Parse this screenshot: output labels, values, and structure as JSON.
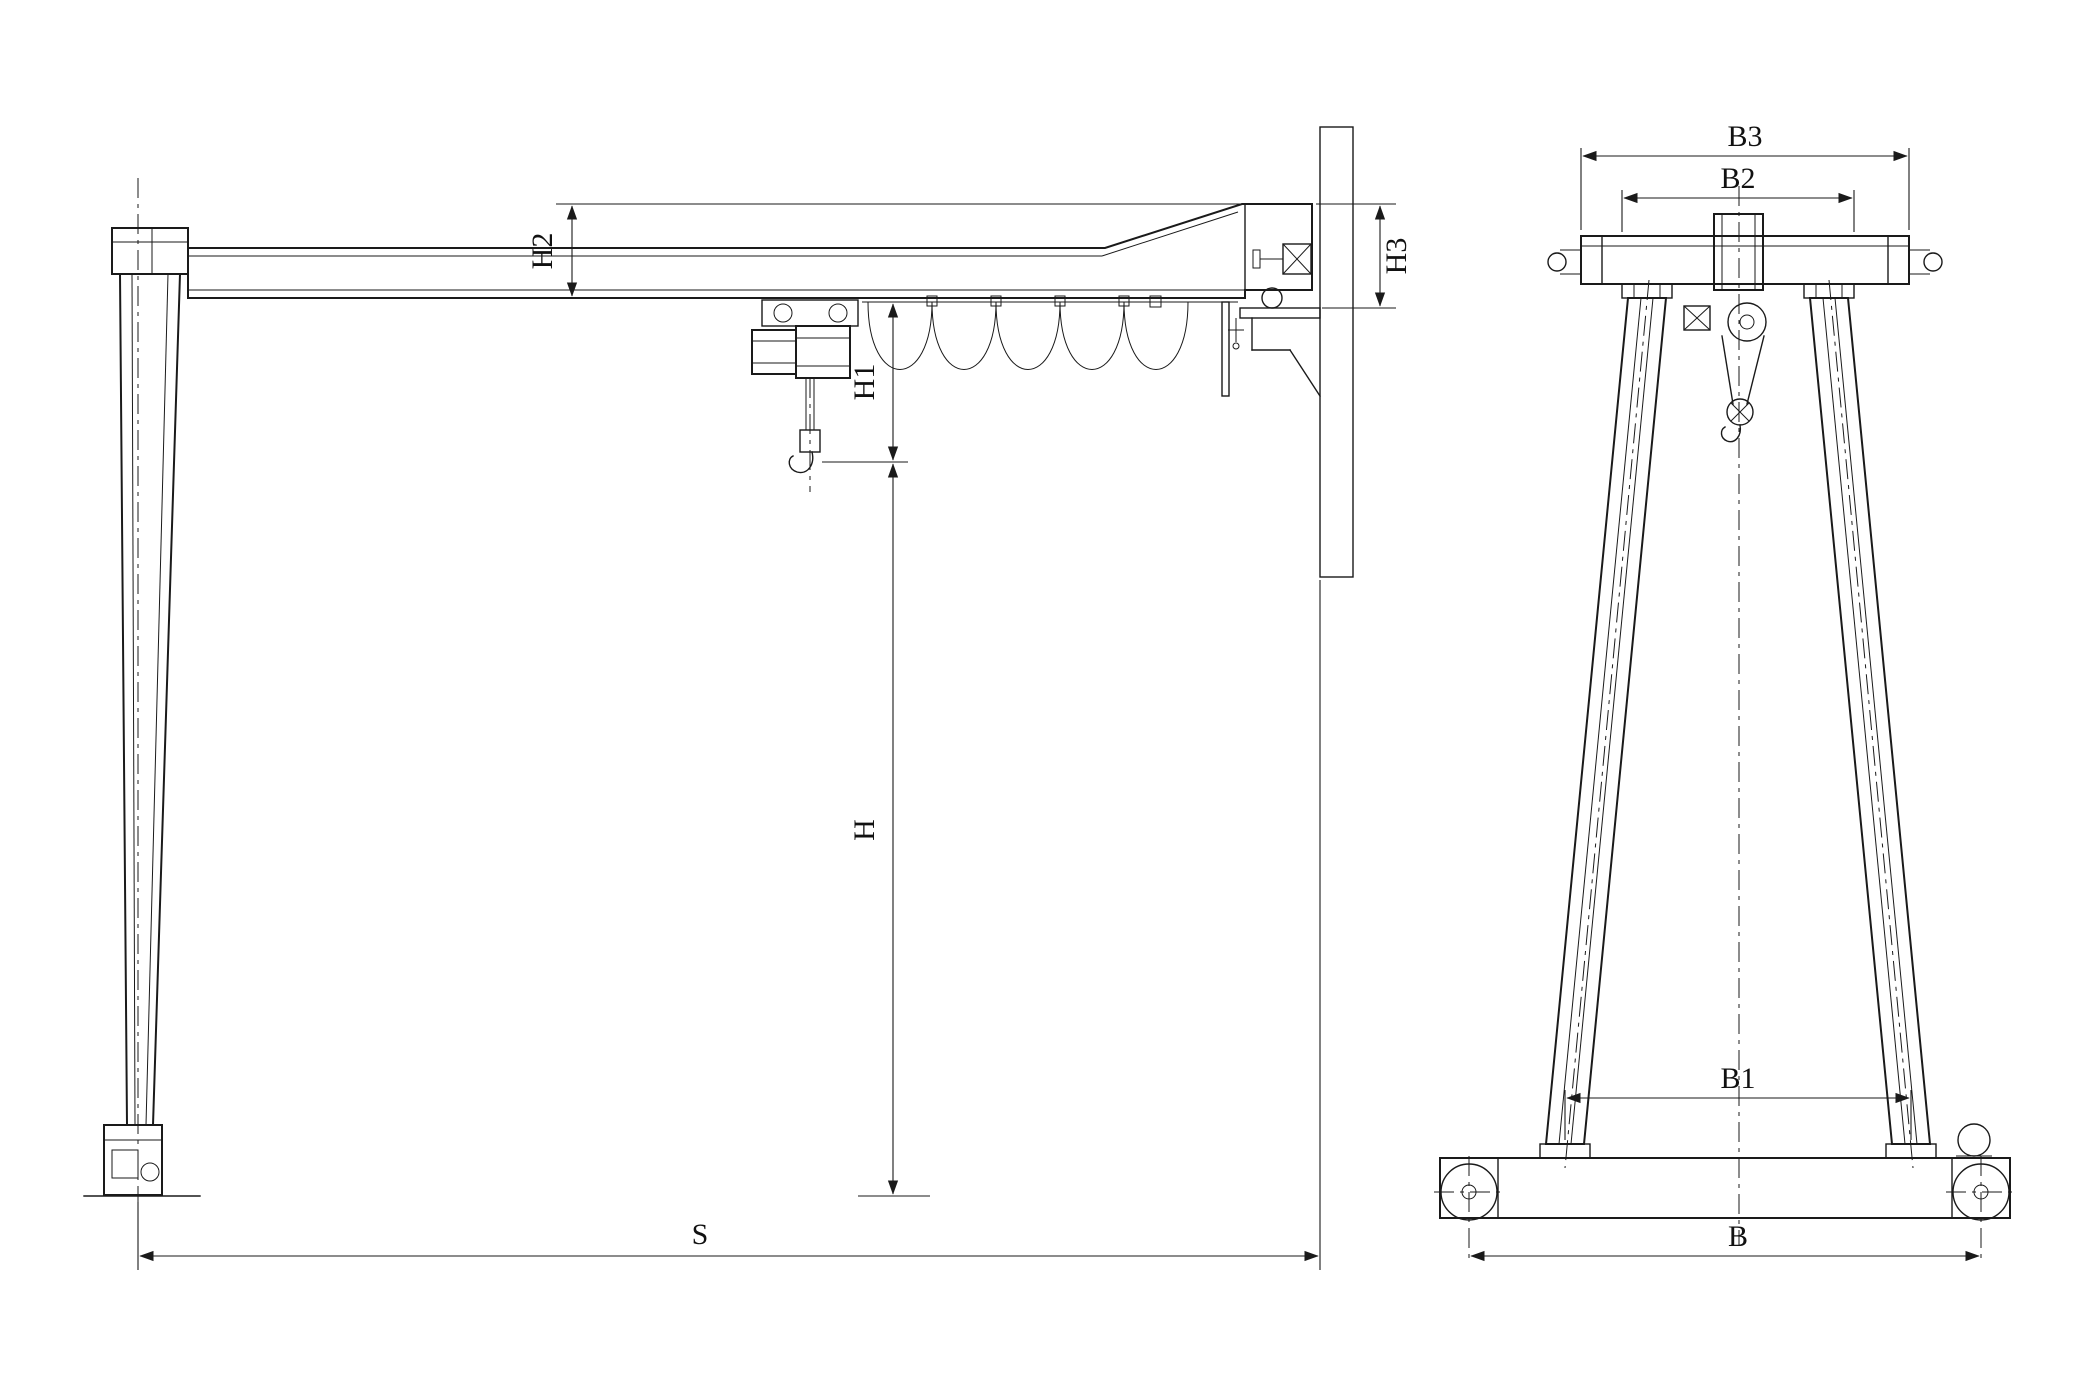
{
  "colors": {
    "ink": "#1a1a1a",
    "paper": "#ffffff"
  },
  "side_view": {
    "dim_h2": "H2",
    "dim_h3": "H3",
    "dim_h1": "H1",
    "dim_h": "H",
    "dim_s": "S"
  },
  "end_view": {
    "dim_b3": "B3",
    "dim_b2": "B2",
    "dim_b1": "B1",
    "dim_b": "B"
  }
}
